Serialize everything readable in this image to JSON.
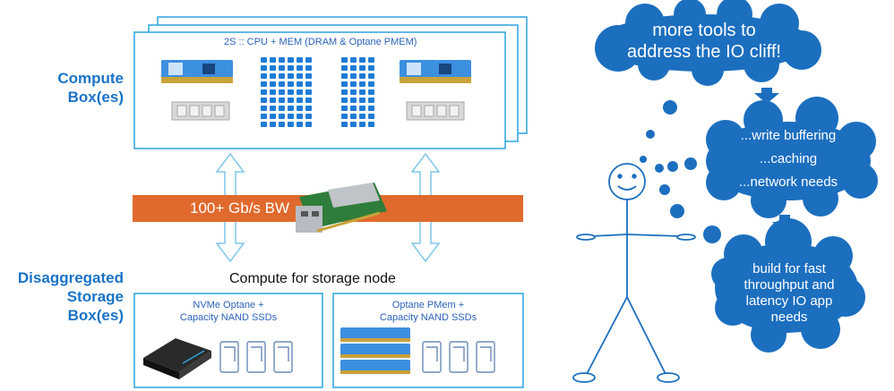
{
  "compute": {
    "label_line1": "Compute",
    "label_line2": "Box(es)",
    "title": "2S :: CPU + MEM (DRAM & Optane PMEM)"
  },
  "network": {
    "band_label": "100+ Gb/s BW"
  },
  "storage": {
    "label_line1": "Disaggregated",
    "label_line2": "Storage",
    "label_line3": "Box(es)",
    "node_caption": "Compute for storage node",
    "panel_left": {
      "line1": "NVMe Optane +",
      "line2": "Capacity NAND SSDs"
    },
    "panel_right": {
      "line1": "Optane PMem +",
      "line2": "Capacity NAND SSDs"
    }
  },
  "thoughts": {
    "top_line1": "more tools to",
    "top_line2": "address the IO cliff!",
    "mid_line1": "...write buffering",
    "mid_line2": "...caching",
    "mid_line3": "...network needs",
    "bottom_line1": "build for fast",
    "bottom_line2": "throughput and",
    "bottom_line3": "latency IO app",
    "bottom_line4": "needs"
  },
  "colors": {
    "brand_blue": "#1a73c7",
    "cloud_blue": "#1c6fbf",
    "outline_blue": "#2ba3e0",
    "band_orange": "#e06a2d",
    "chip_blue": "#1f7bd6"
  }
}
